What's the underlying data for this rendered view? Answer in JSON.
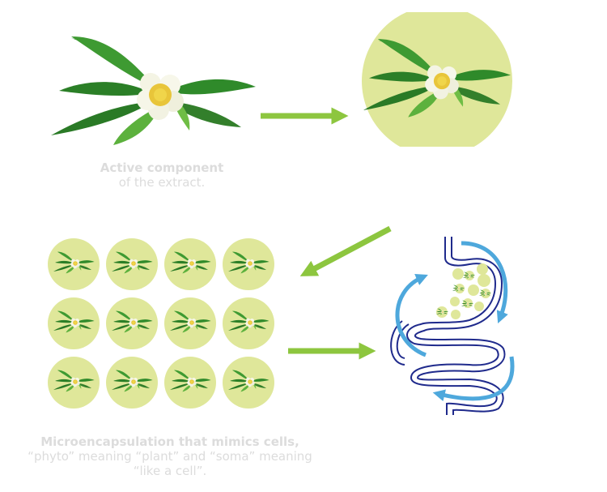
{
  "colors": {
    "capsule": "#dfe79a",
    "arrow": "#8dc63f",
    "digestive_outline": "#1f2a8c",
    "flow_arrow": "#4ea8dc",
    "caption": "#dcdcdc"
  },
  "steps": [
    {
      "id": "extract",
      "caption_bold": "Active component",
      "caption": "of the extract."
    },
    {
      "id": "single-capsule"
    },
    {
      "id": "capsule-grid",
      "rows": 3,
      "cols": 4,
      "caption_bold": "Microencapsulation that mimics cells,",
      "caption_line2": "“phyto” meaning “plant” and “soma” meaning",
      "caption_line3": "“like a cell”."
    },
    {
      "id": "digestive-system"
    }
  ],
  "icons": [
    "tea-sprig-icon",
    "arrow-right-icon",
    "arrow-down-left-icon",
    "stomach-intestine-icon",
    "circular-flow-arrow-icon"
  ]
}
